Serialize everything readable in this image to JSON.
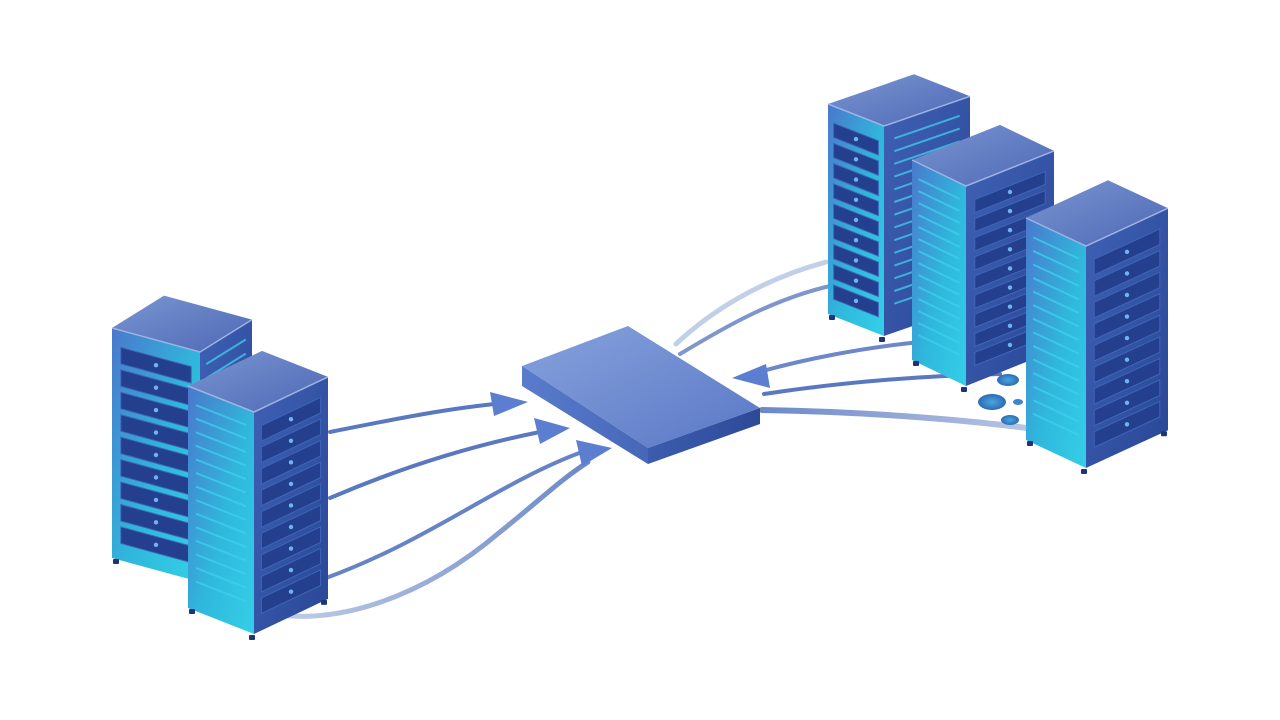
{
  "colors": {
    "background": "#ffffff",
    "top_light": "#7a96d2",
    "top_dark": "#4d68b4",
    "side_light": "#5b7ccc",
    "side_dark": "#2c4a9c",
    "glow_cyan": "#2ec8e6",
    "panel_dark": "#213f8c",
    "led": "#4fd6f0",
    "connector_stroke": "#5a78c0",
    "connector_faded": "#b8c6e2",
    "arrow_fill": "#5c7ed0",
    "puddle": "#3a86c8"
  },
  "servers": [
    {
      "id": "left-rack-back",
      "group": "left",
      "led_panel": "front"
    },
    {
      "id": "left-rack-front",
      "group": "left",
      "led_panel": "right"
    },
    {
      "id": "right-rack-back",
      "group": "right",
      "led_panel": "front"
    },
    {
      "id": "right-rack-middle",
      "group": "right",
      "led_panel": "right"
    },
    {
      "id": "right-rack-front",
      "group": "right",
      "led_panel": "right"
    }
  ],
  "hub": {
    "id": "central-switch",
    "shape": "flat-slab"
  },
  "connections": [
    {
      "from": "left-rack-front",
      "to": "central-switch",
      "arrow": true
    },
    {
      "from": "left-rack-front",
      "to": "central-switch",
      "arrow": true
    },
    {
      "from": "left-rack-front",
      "to": "central-switch",
      "arrow": true
    },
    {
      "from": "right-rack-back",
      "to": "central-switch",
      "arrow": false
    },
    {
      "from": "right-rack-middle",
      "to": "central-switch",
      "arrow": true
    },
    {
      "from": "right-rack-front",
      "to": "central-switch",
      "arrow": false
    }
  ]
}
